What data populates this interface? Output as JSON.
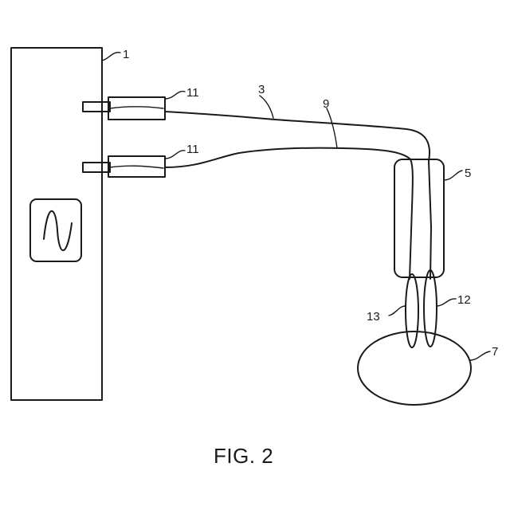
{
  "labels": {
    "generator": "1",
    "cable_3": "3",
    "cable_9": "9",
    "handpiece": "5",
    "connector_top": "11",
    "connector_bottom": "11",
    "electrode_12": "12",
    "electrode_13": "13",
    "tissue": "7"
  },
  "caption": "FIG. 2"
}
